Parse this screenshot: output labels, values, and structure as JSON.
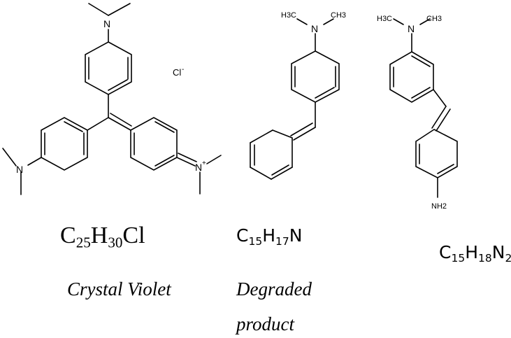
{
  "figure": {
    "molecules": [
      {
        "id": "crystal-violet",
        "formula_parts": [
          {
            "t": "C",
            "sub": false
          },
          {
            "t": "25",
            "sub": true
          },
          {
            "t": "H",
            "sub": false
          },
          {
            "t": "30",
            "sub": true
          },
          {
            "t": "Cl",
            "sub": false
          }
        ],
        "name": "Crystal Violet",
        "atom_labels": {
          "n_top": "N",
          "n_left": "N",
          "n_plus": "N",
          "plus": "+",
          "counterion": "Cl",
          "minus": "-"
        }
      },
      {
        "id": "degraded-product",
        "formula_parts": [
          {
            "t": "C",
            "sub": false
          },
          {
            "t": "15",
            "sub": true
          },
          {
            "t": "H",
            "sub": false
          },
          {
            "t": "17",
            "sub": true
          },
          {
            "t": "N",
            "sub": false
          }
        ],
        "name_line1": "Degraded",
        "name_line2": "product",
        "atom_labels": {
          "n": "N",
          "me_left": "H3C",
          "me_right": "CH3"
        }
      },
      {
        "id": "aminated-product",
        "formula_parts": [
          {
            "t": "C",
            "sub": false
          },
          {
            "t": "15",
            "sub": true
          },
          {
            "t": "H",
            "sub": false
          },
          {
            "t": "18",
            "sub": true
          },
          {
            "t": "N",
            "sub": false
          },
          {
            "t": "2",
            "sub": true
          }
        ],
        "atom_labels": {
          "n": "N",
          "me_left": "H3C",
          "me_right": "CH3",
          "amine": "NH2"
        }
      }
    ]
  }
}
